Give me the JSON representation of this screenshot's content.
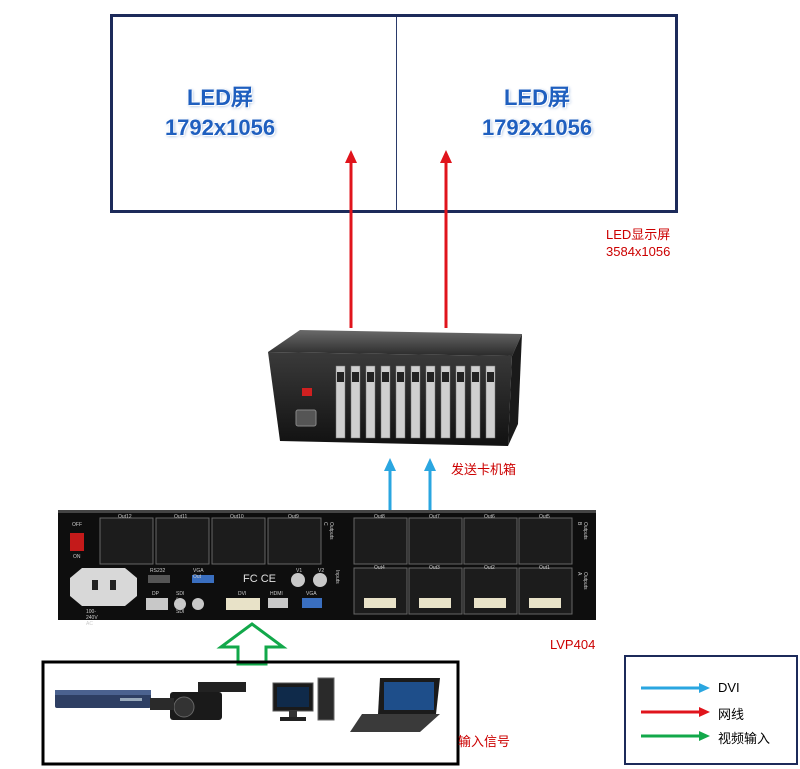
{
  "led_panels": [
    {
      "title": "LED屏",
      "resolution": "1792x1056"
    },
    {
      "title": "LED屏",
      "resolution": "1792x1056"
    }
  ],
  "led_display": {
    "label": "LED显示屏",
    "resolution": "3584x1056"
  },
  "sending_box": {
    "label": "发送卡机箱"
  },
  "processor": {
    "model": "LVP404",
    "output_ports_top_left": [
      "Out12",
      "Out11",
      "Out10",
      "Out9"
    ],
    "output_ports_top_right": [
      "Out8",
      "Out7",
      "Out6",
      "Out5"
    ],
    "output_ports_bottom_right": [
      "Out4",
      "Out3",
      "Out2",
      "Out1"
    ],
    "group_labels": [
      "Outputs C",
      "Outputs B",
      "Outputs A",
      "Inputs"
    ],
    "switch_labels": [
      "OFF",
      "ON"
    ],
    "power_label": "100-240V AC",
    "port_labels": [
      "RS232",
      "VGA Out",
      "V1",
      "V2",
      "DP",
      "SDI / HD-SDI",
      "DVI",
      "HDMI",
      "VGA"
    ]
  },
  "input_signal": {
    "label": "输入信号"
  },
  "legend": {
    "items": [
      {
        "label": "DVI",
        "color": "#2aa6e0"
      },
      {
        "label": "网线",
        "color": "#e0141c"
      },
      {
        "label": "视频输入",
        "color": "#12a84a"
      }
    ]
  },
  "colors": {
    "panel_border": "#1c2a5a",
    "screen_text": "#1f5fbf",
    "network_arrow": "#e0141c",
    "dvi_arrow": "#2aa6e0",
    "video_arrow": "#12a84a"
  }
}
